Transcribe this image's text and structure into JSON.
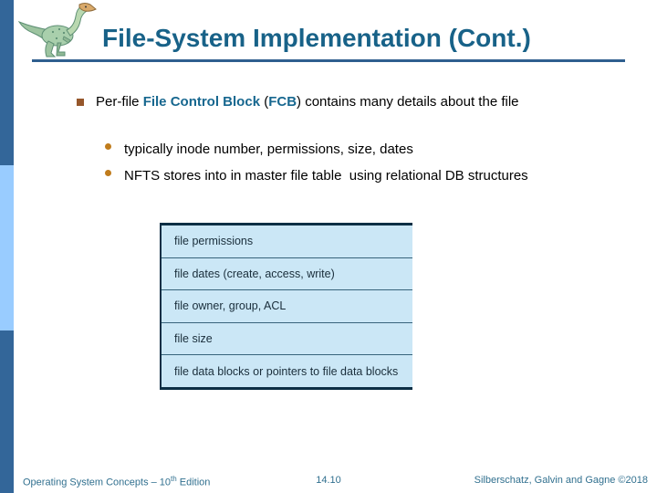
{
  "slide": {
    "title": "File-System Implementation (Cont.)",
    "bullet_main": {
      "prefix": "Per-file ",
      "fcb_full": "File Control Block",
      "paren_open": " (",
      "fcb_abbr": "FCB",
      "suffix": ") contains many details about the file"
    },
    "sub_bullets": [
      "typically inode number, permissions, size, dates",
      "NFTS stores into in master file table  using relational DB structures"
    ]
  },
  "fcb_table": {
    "rows": [
      "file permissions",
      "file dates (create, access, write)",
      "file owner, group, ACL",
      "file size",
      "file data blocks or pointers to file data blocks"
    ]
  },
  "footer": {
    "left_prefix": "Operating System Concepts – 10",
    "left_sup": "th",
    "left_suffix": " Edition",
    "page": "14.10",
    "right": "Silberschatz, Galvin and Gagne ©2018"
  },
  "colors": {
    "title": "#186288",
    "accent_teal": "#17678F",
    "bar_dark": "#336699",
    "bar_light": "#99CCFF",
    "table_bg": "#CBE7F6",
    "bullet_square": "#96572B",
    "bullet_dot": "#C07C1C",
    "footer_text": "#31708F"
  }
}
